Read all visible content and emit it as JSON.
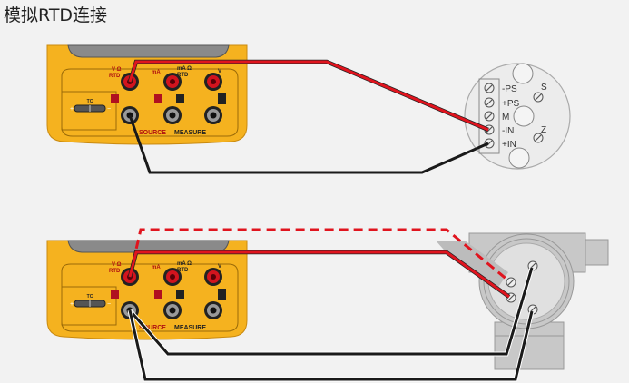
{
  "title": "模拟RTD连接",
  "meter": {
    "jack_labels": {
      "v_ohm_rtd": "V Ω",
      "rtd": "RTD",
      "ma": "mA",
      "ma_ohm": "mA Ω",
      "ma_rtd": "RTD",
      "v": "V"
    },
    "tc_label": "TC",
    "tc_plus": "+",
    "tc_minus": "−",
    "source_label": "SOURCE",
    "measure_label": "MEASURE",
    "body_color": "#f5b21f"
  },
  "top_transmitter": {
    "terminals": [
      "-PS",
      "+PS",
      "M",
      "-IN",
      "+IN"
    ],
    "s_label": "S",
    "z_label": "Z"
  },
  "colors": {
    "red_wire": "#e0141e",
    "black_wire": "#1a1a1a",
    "background": "#f2f2f2"
  }
}
